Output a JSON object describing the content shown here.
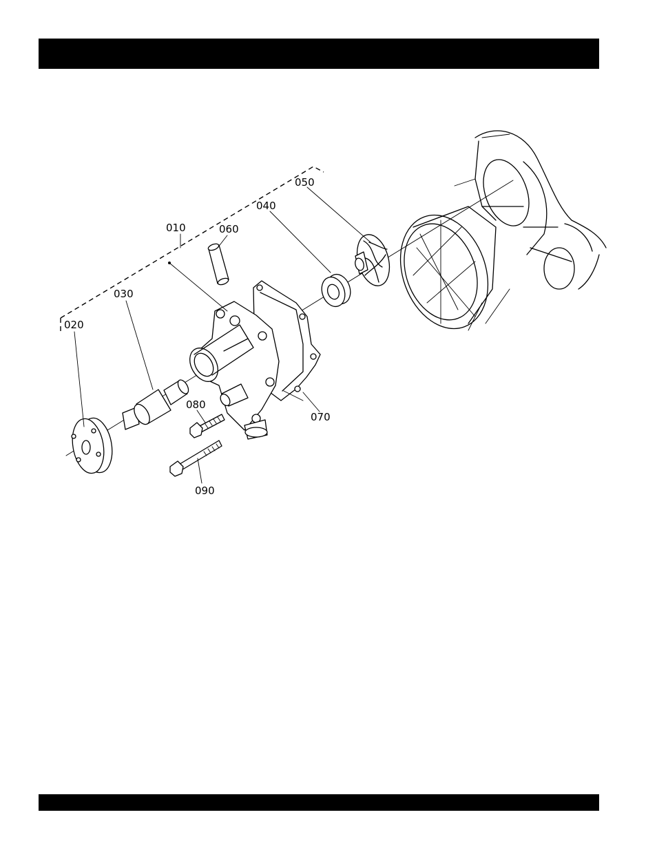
{
  "callouts": {
    "c010": "010",
    "c020": "020",
    "c030": "030",
    "c040": "040",
    "c050": "050",
    "c060": "060",
    "c070": "070",
    "c080": "080",
    "c090": "090"
  }
}
